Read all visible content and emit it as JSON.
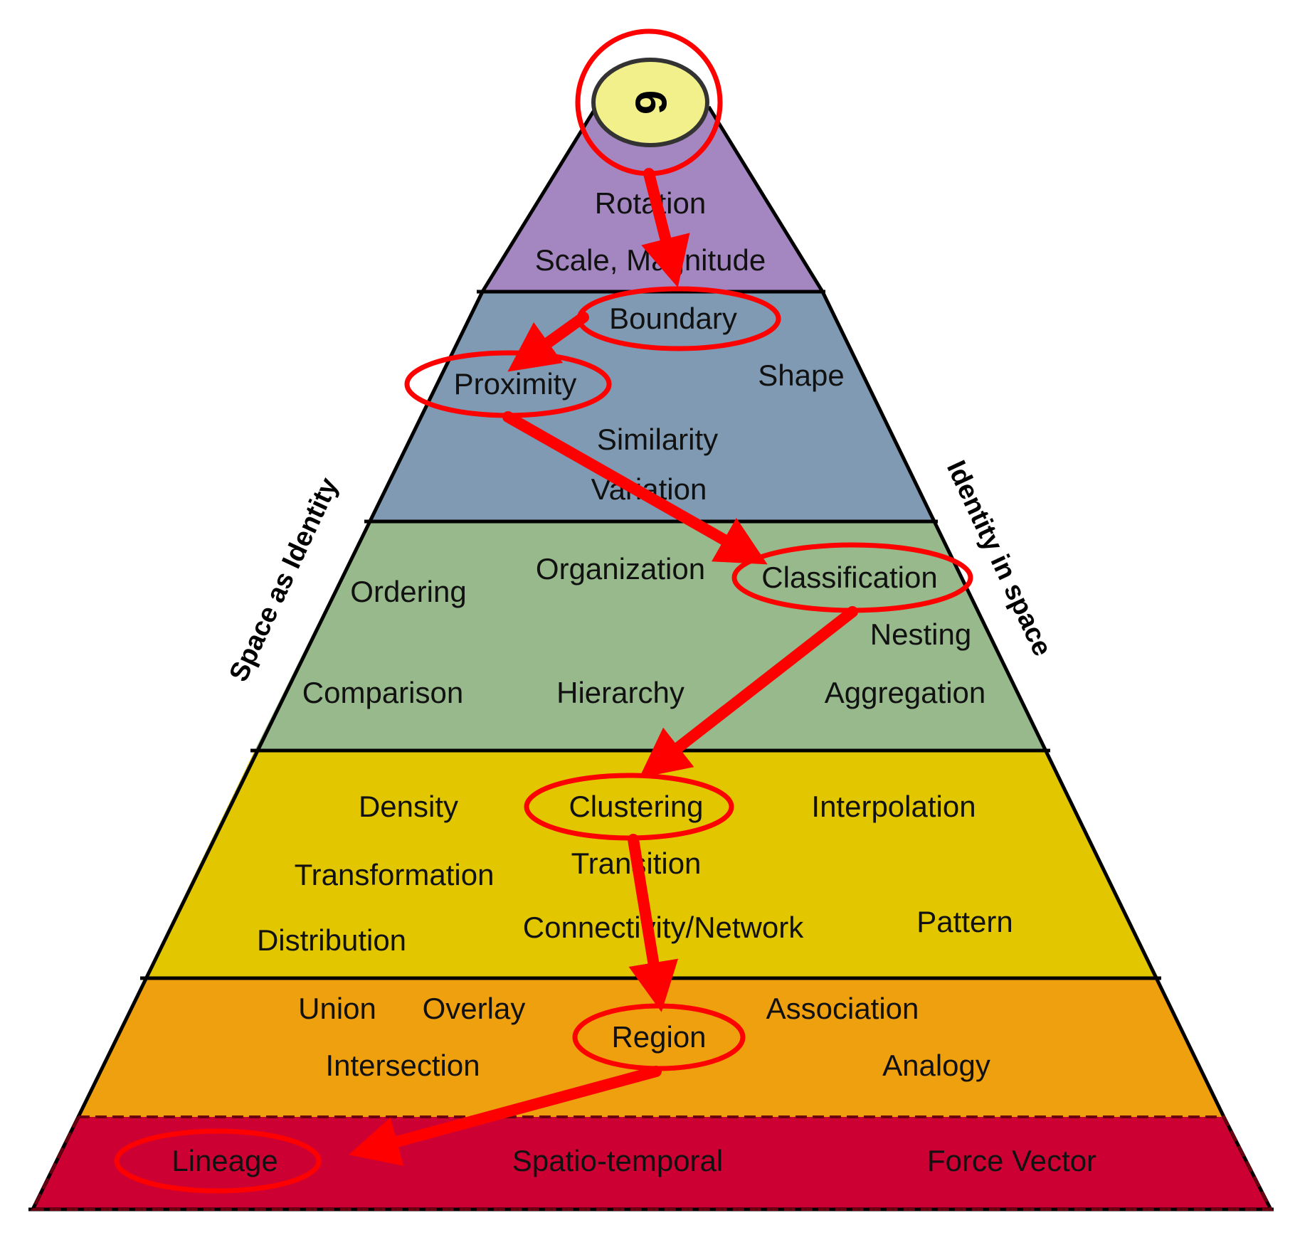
{
  "badge": {
    "label": "6",
    "fill": "#f2f08a",
    "ring_color": "#ff0000"
  },
  "side_labels": {
    "left": "Space as Identity",
    "right": "Identity in space"
  },
  "colors": {
    "layer_1": "#a487c0",
    "layer_2": "#7f9ab2",
    "layer_3": "#97b98b",
    "layer_4": "#e1c600",
    "layer_5": "#efa00f",
    "layer_6": "#cc0033",
    "highlight": "#ff0000",
    "outline": "#000000"
  },
  "layers": [
    {
      "name": "layer-1",
      "terms": [
        "Rotation",
        "Scale, Magnitude"
      ]
    },
    {
      "name": "layer-2",
      "terms": [
        "Boundary",
        "Proximity",
        "Shape",
        "Similarity",
        "Variation"
      ]
    },
    {
      "name": "layer-3",
      "terms": [
        "Organization",
        "Classification",
        "Ordering",
        "Nesting",
        "Comparison",
        "Hierarchy",
        "Aggregation"
      ]
    },
    {
      "name": "layer-4",
      "terms": [
        "Density",
        "Clustering",
        "Interpolation",
        "Transformation",
        "Transition",
        "Distribution",
        "Connectivity/Network",
        "Pattern"
      ]
    },
    {
      "name": "layer-5",
      "terms": [
        "Union",
        "Overlay",
        "Association",
        "Region",
        "Intersection",
        "Analogy"
      ]
    },
    {
      "name": "layer-6",
      "terms": [
        "Lineage",
        "Spatio-temporal",
        "Force Vector"
      ]
    }
  ]
}
